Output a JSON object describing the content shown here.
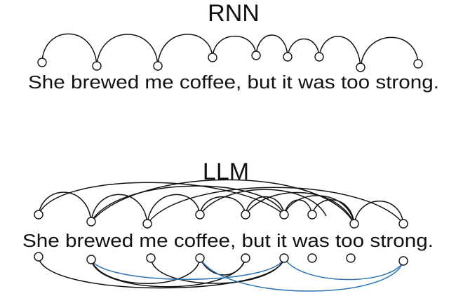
{
  "panels": [
    {
      "id": "rnn",
      "title": "RNN",
      "sentence": "She brewed me coffee, but it was too strong."
    },
    {
      "id": "llm",
      "title": "LLM",
      "sentence": "She brewed me coffee, but it was too strong."
    }
  ],
  "colors": {
    "text": "#111111",
    "arc_black": "#111111",
    "arc_blue": "#2c74b3",
    "node_fill": "#ffffff",
    "background": "#ffffff"
  }
}
